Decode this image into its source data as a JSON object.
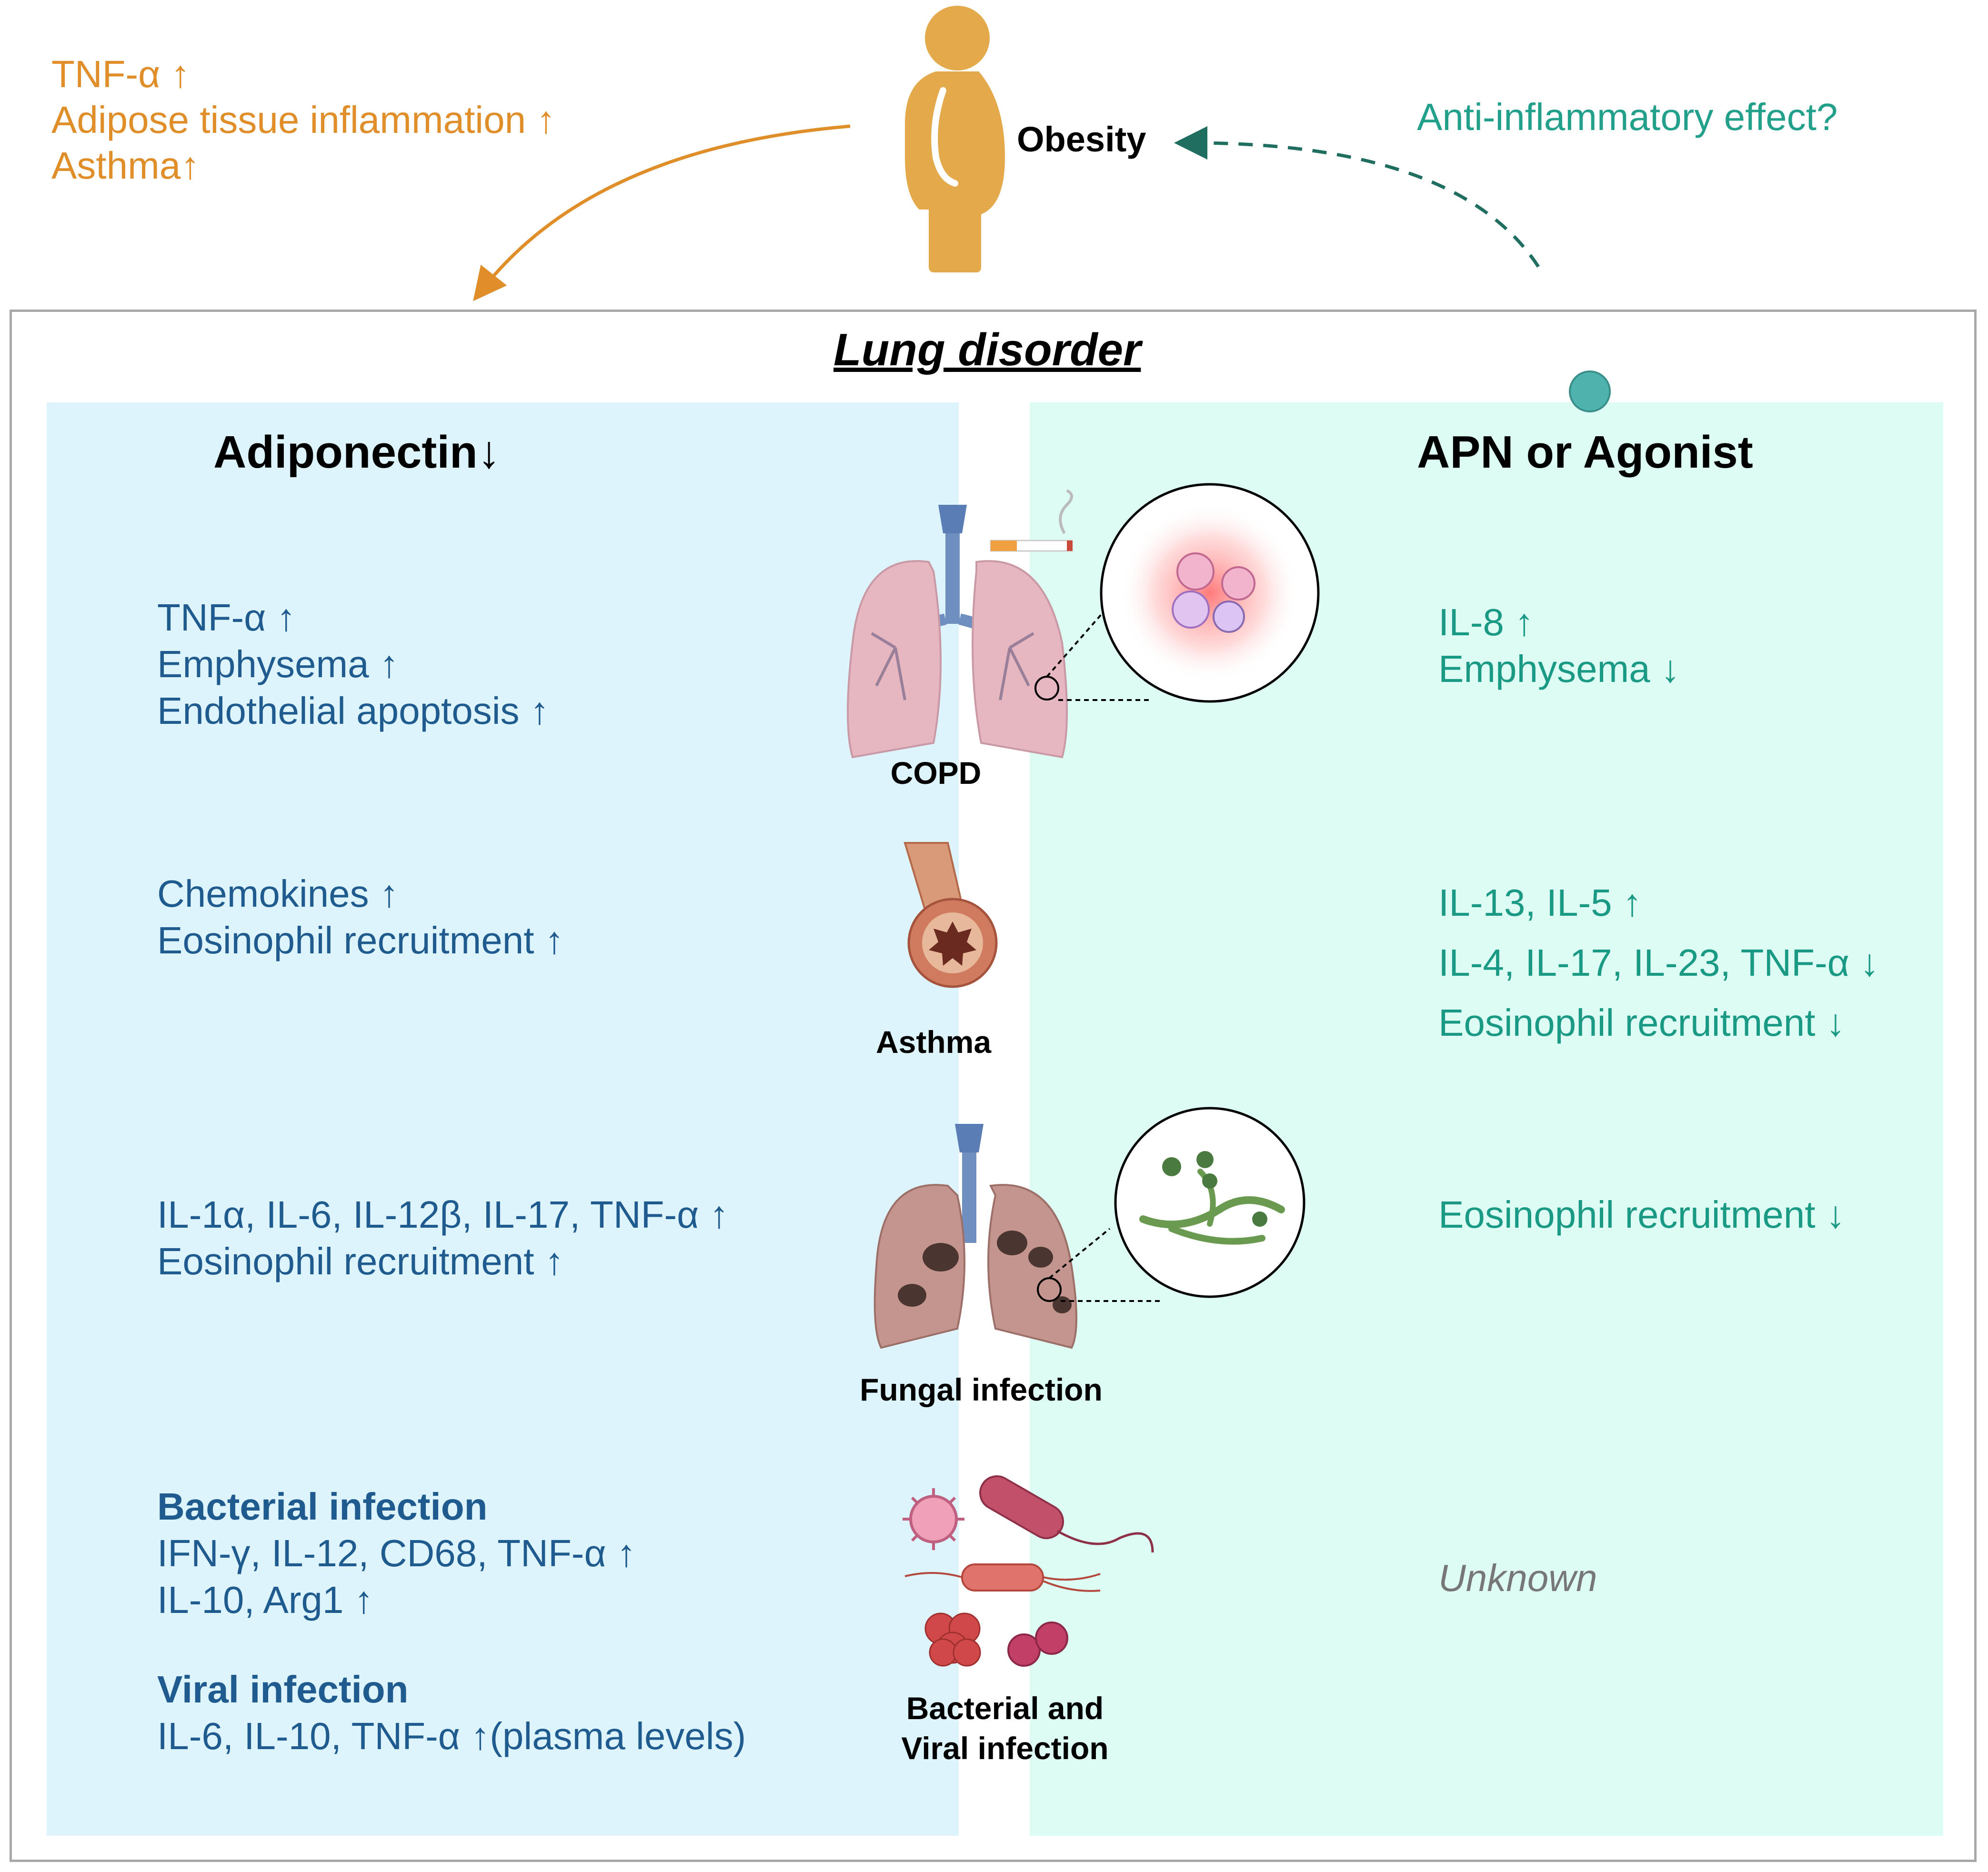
{
  "top": {
    "left_effects": [
      "TNF-α ↑",
      "Adipose tissue inflammation ↑",
      "Asthma↑"
    ],
    "center_label": "Obesity",
    "right_question": "Anti-inflammatory effect?"
  },
  "box": {
    "title": "Lung disorder"
  },
  "left_panel": {
    "title": "Adiponectin↓",
    "copd": [
      "TNF-α ↑",
      "Emphysema ↑",
      "Endothelial apoptosis ↑"
    ],
    "asthma": [
      "Chemokines ↑",
      "Eosinophil recruitment ↑"
    ],
    "fungal": [
      "IL-1α, IL-6, IL-12β, IL-17, TNF-α ↑",
      "Eosinophil recruitment  ↑"
    ],
    "bacterial_heading": "Bacterial infection",
    "bacterial": [
      "IFN-γ, IL-12, CD68, TNF-α ↑",
      "IL-10, Arg1 ↑"
    ],
    "viral_heading": "Viral infection",
    "viral": [
      "IL-6, IL-10, TNF-α ↑(plasma levels)"
    ]
  },
  "center_labels": {
    "copd": "COPD",
    "asthma": "Asthma",
    "fungal": "Fungal infection",
    "infection_line1": "Bacterial and",
    "infection_line2": "Viral infection"
  },
  "right_panel": {
    "title": "APN or Agonist",
    "copd": [
      "IL-8 ↑",
      "Emphysema ↓"
    ],
    "asthma": [
      "IL-13, IL-5 ↑",
      "IL-4, IL-17, IL-23, TNF-α ↓",
      "Eosinophil recruitment ↓"
    ],
    "fungal": [
      "Eosinophil recruitment ↓"
    ],
    "infection": "Unknown"
  },
  "colors": {
    "left_panel_bg": "#ddf4fc",
    "right_panel_bg": "#ddfcf3",
    "obesity_orange": "#e08e2a",
    "teal": "#1a9a85",
    "blue_text": "#1f5b8e"
  }
}
